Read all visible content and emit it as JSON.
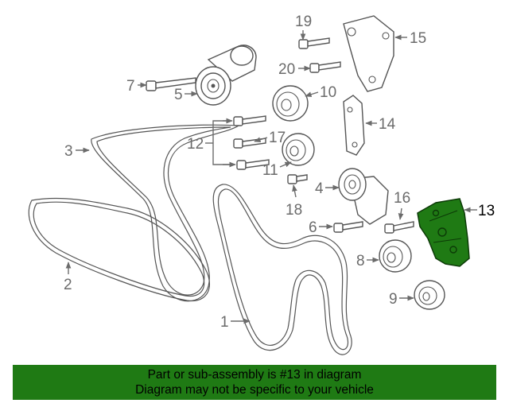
{
  "callouts": {
    "c1": "1",
    "c2": "2",
    "c3": "3",
    "c4": "4",
    "c5": "5",
    "c6": "6",
    "c7": "7",
    "c8": "8",
    "c9": "9",
    "c10": "10",
    "c11": "11",
    "c12": "12",
    "c13": "13",
    "c14": "14",
    "c15": "15",
    "c16": "16",
    "c17": "17",
    "c18": "18",
    "c19": "19",
    "c20": "20"
  },
  "highlight": {
    "part": "13",
    "color": "#1f7a14"
  },
  "footer": {
    "line1": "Part or sub-assembly is #13 in diagram",
    "line2": "Diagram may not be specific to your vehicle",
    "background": "#1f7a14"
  }
}
